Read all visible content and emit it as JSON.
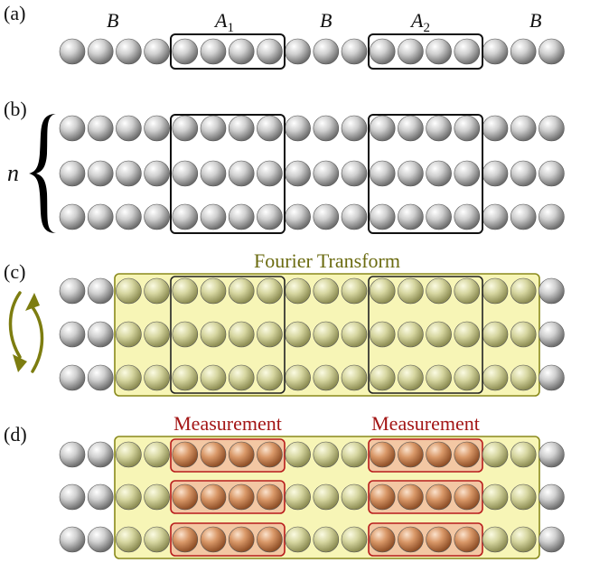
{
  "panels": [
    {
      "id": "a",
      "label": "(a)"
    },
    {
      "id": "b",
      "label": "(b)"
    },
    {
      "id": "c",
      "label": "(c)"
    },
    {
      "id": "d",
      "label": "(d)"
    }
  ],
  "regions": {
    "b1": "B",
    "a1": {
      "base": "A",
      "sub": "1"
    },
    "b2": "B",
    "a2": {
      "base": "A",
      "sub": "2"
    },
    "b3": "B"
  },
  "n_label": "n",
  "fourier_label": "Fourier Transform",
  "measurement_labels": [
    "Measurement",
    "Measurement"
  ],
  "colors": {
    "grey_ball": "#c9c9c9",
    "yellow_ball": "#d4d49a",
    "orange_ball": "#d98e5e",
    "ft_fill": "#f7f5b6",
    "ft_stroke": "#8a8a1c",
    "ft_text": "#6b6b10",
    "meas_fill": "#f3c7a3",
    "meas_stroke": "#b81c1c",
    "meas_text": "#a31515",
    "box_stroke": "#111111"
  },
  "icons": {
    "brace": "curly-brace-icon",
    "arrows": "circular-arrows-icon"
  }
}
